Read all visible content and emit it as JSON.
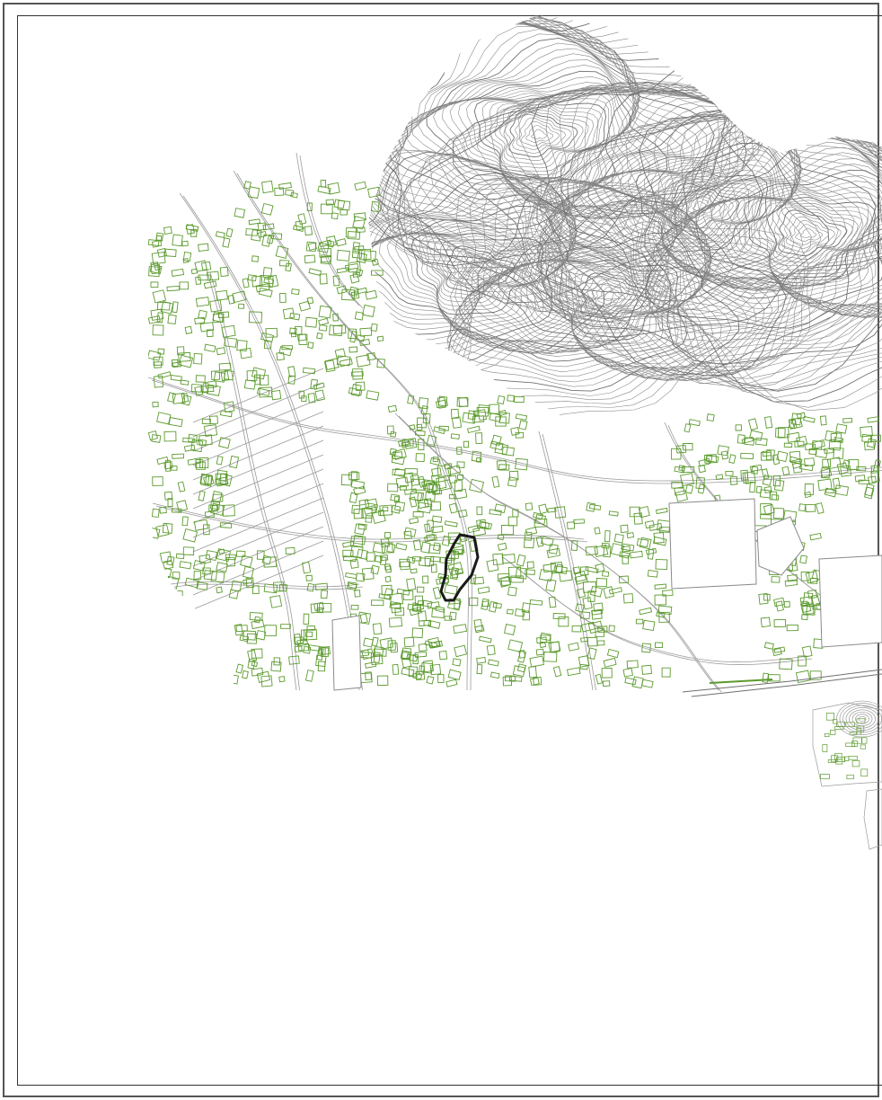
{
  "sheet": {
    "kind": "topographic-urban-map",
    "colors": {
      "frame": "#333333",
      "contour": "#8a8a8a",
      "dense_contour": "#6f6f6f",
      "road": "#9a9a9a",
      "building": "#5c9a2e",
      "highlight_parcel": "#1a1a1a",
      "background": "#ffffff"
    },
    "features": {
      "terrain": "mountain-contours",
      "urban": "building-footprints",
      "highlight": "outlined-parcel"
    }
  }
}
